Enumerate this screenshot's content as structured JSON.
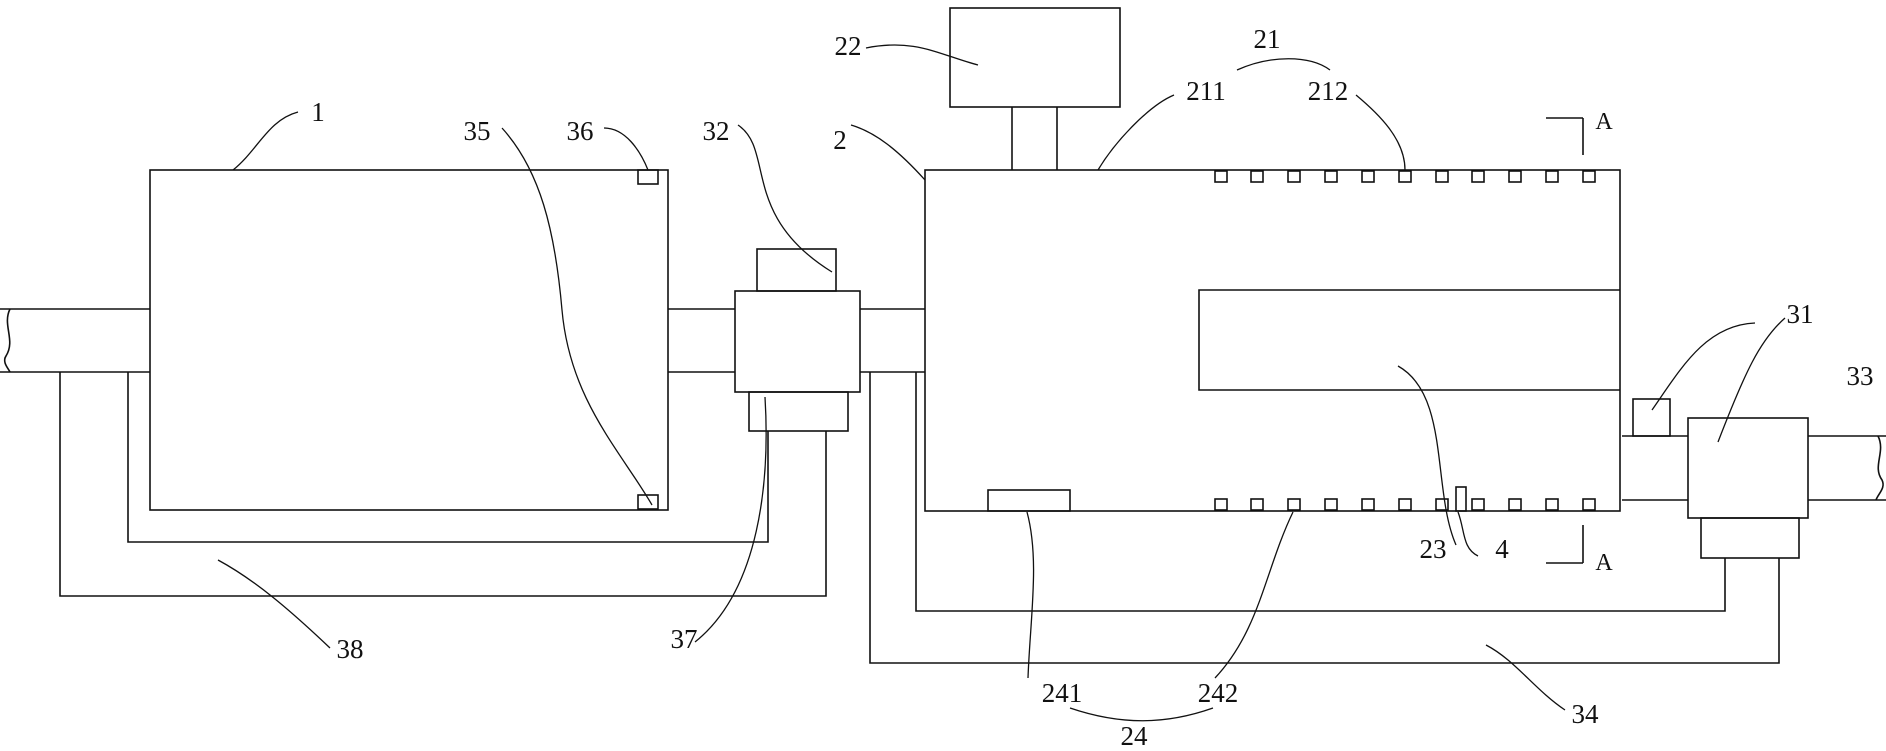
{
  "labels": {
    "l1": "1",
    "l2": "2",
    "l4": "4",
    "l21": "21",
    "l22": "22",
    "l23": "23",
    "l24": "24",
    "l31": "31",
    "l32": "32",
    "l33": "33",
    "l34": "34",
    "l35": "35",
    "l36": "36",
    "l37": "37",
    "l38": "38",
    "l211": "211",
    "l212": "212",
    "l241": "241",
    "l242": "242",
    "section_top": "A",
    "section_bottom": "A"
  }
}
